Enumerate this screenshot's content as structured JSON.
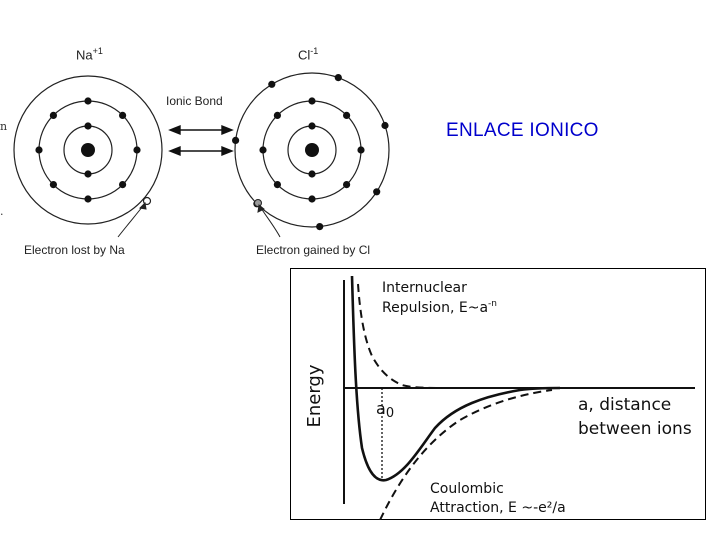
{
  "title": "ENLACE IONICO",
  "atoms": {
    "na_symbol": "Na",
    "na_charge": "+1",
    "cl_symbol": "Cl",
    "cl_charge": "-1",
    "bond_label": "Ionic Bond",
    "lost_label": "Electron lost by Na",
    "gained_label": "Electron gained by Cl",
    "edge_glyph": "n",
    "edge_glyph2": "."
  },
  "graph": {
    "ylabel": "Energy",
    "repulsion_line1": "Internuclear",
    "repulsion_line2": "Repulsion, E~a",
    "repulsion_exp": "-n",
    "a0_main": "a",
    "a0_sub": "0",
    "distance_line1": "a, distance",
    "distance_line2": "between ions",
    "attraction_line1": "Coulombic",
    "attraction_line2": "Attraction, E ~-e²/a"
  },
  "colors": {
    "title": "#0000cc",
    "ink": "#111111",
    "lost_electron": "#ffffff",
    "gained_electron": "#999999"
  }
}
